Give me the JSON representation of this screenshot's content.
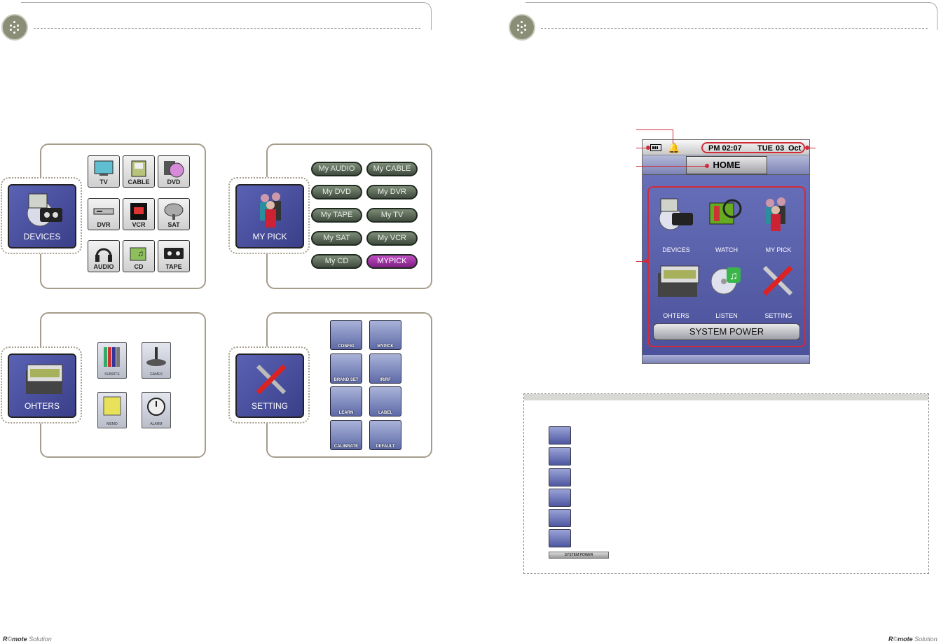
{
  "devices_panel": {
    "feature_label": "DEVICES",
    "buttons": [
      "TV",
      "CABLE",
      "DVD",
      "DVR",
      "VCR",
      "SAT",
      "AUDIO",
      "CD",
      "TAPE"
    ]
  },
  "mypick_panel": {
    "feature_label": "MY PICK",
    "buttons": [
      "My AUDIO",
      "My CABLE",
      "My DVD",
      "My DVR",
      "My TAPE",
      "My TV",
      "My SAT",
      "My VCR",
      "My CD",
      "MYPICK"
    ]
  },
  "others_panel": {
    "feature_label": "OHTERS",
    "icons": [
      "SUBRITE",
      "GAMES",
      "MEMO",
      "ALARM"
    ]
  },
  "setting_panel": {
    "feature_label": "SETTING",
    "buttons": [
      "CONFIG",
      "MYPICK",
      "BRAND SET",
      "IR/RF",
      "LEARN",
      "LABEL",
      "CALIBRATE",
      "DEFAULT"
    ]
  },
  "device_screen": {
    "time": "PM 02:07",
    "day": "TUE",
    "date": "03",
    "month": "Oct",
    "home_label": "HOME",
    "menu": [
      "DEVICES",
      "WATCH",
      "MY PICK",
      "OHTERS",
      "LISTEN",
      "SETTING"
    ],
    "power_label": "SYSTEM POWER"
  },
  "legend": {
    "power_label": "SYSTEM POWER"
  },
  "footer": {
    "brand_left_a": "R",
    "brand_left_b": "mote",
    "brand_left_c": "Solution",
    "brand_right_a": "R",
    "brand_right_b": "mote",
    "brand_right_c": "Solution"
  },
  "colors": {
    "accent": "#d12b3a",
    "tile_blue": "#4a5099",
    "panel_border": "#a59d8a",
    "mypick_active": "#a33aa7"
  }
}
